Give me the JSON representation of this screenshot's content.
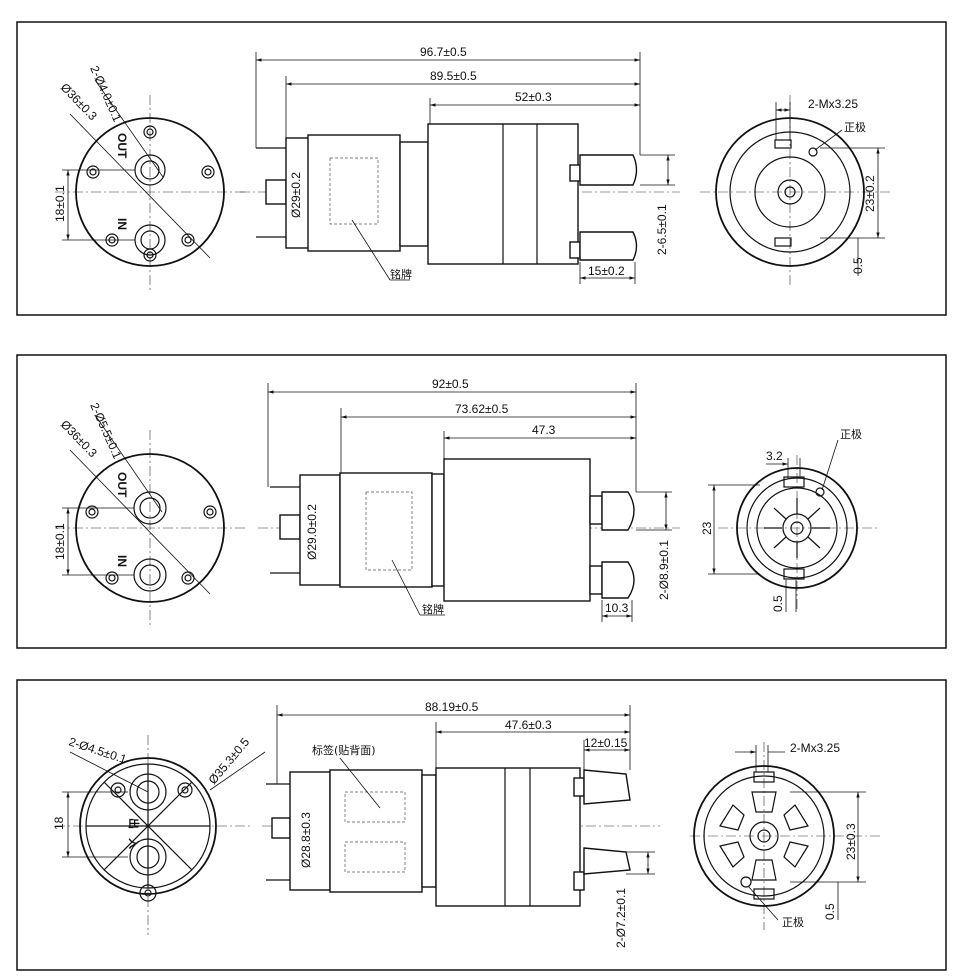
{
  "panels": [
    {
      "name": "panel-1",
      "left_view": {
        "dia_outer": "Ø36±0.3",
        "holes": "2-Ø4.0±0.1",
        "spacing": "18±0.1",
        "port_out": "OUT",
        "port_in": "IN"
      },
      "side_view": {
        "len_total": "96.7±0.5",
        "len_mid": "89.5±0.5",
        "len_pump": "52±0.3",
        "motor_dia": "Ø29±0.2",
        "nozzle_dia": "2-6.5±0.1",
        "nozzle_len": "15±0.2",
        "nameplate": "铭牌"
      },
      "right_view": {
        "screws": "2-Mx3.25",
        "positive": "正极",
        "height": "23±0.2",
        "offset": "0.5"
      }
    },
    {
      "name": "panel-2",
      "left_view": {
        "dia_outer": "Ø36±0.3",
        "holes": "2-Ø5.5±0.1",
        "spacing": "18±0.1",
        "port_out": "OUT",
        "port_in": "IN"
      },
      "side_view": {
        "len_total": "92±0.5",
        "len_mid": "73.62±0.5",
        "len_pump": "47.3",
        "motor_dia": "Ø29.0±0.2",
        "nozzle_dia": "2-Ø8.9±0.1",
        "nozzle_len": "10.3",
        "nameplate": "铭牌"
      },
      "right_view": {
        "screws": "3.2",
        "positive": "正极",
        "height": "23",
        "offset": "0.5"
      }
    },
    {
      "name": "panel-3",
      "left_view": {
        "dia_outer": "Ø35.3±0.5",
        "holes": "2-Ø4.5±0.1",
        "spacing": "18",
        "port_out": "出",
        "port_in": "入"
      },
      "side_view": {
        "len_total": "88.19±0.5",
        "len_pump": "47.6±0.3",
        "nozzle_len": "12±0.15",
        "motor_dia": "Ø28.8±0.3",
        "nozzle_dia": "2-Ø7.2±0.1",
        "nameplate": "标签(贴背面)"
      },
      "right_view": {
        "screws": "2-Mx3.25",
        "positive": "正极",
        "height": "23±0.3",
        "offset": "0.5"
      }
    }
  ]
}
